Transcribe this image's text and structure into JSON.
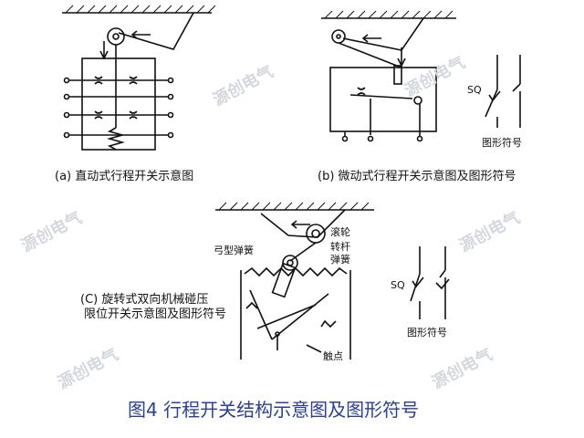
{
  "figure_title": "图4  行程开关结构示意图及图形符号",
  "captions": {
    "a": "(a) 直动式行程开关示意图",
    "b": "(b) 微动式行程开关示意图及图形符号",
    "c_line1": "(C) 旋转式双向机械碰压",
    "c_line2": "限位开关示意图及图形符号"
  },
  "labels": {
    "sq_b": "SQ",
    "symbol_b": "图形符号",
    "sq_c": "SQ",
    "symbol_c": "图形符号",
    "roller": "滚轮",
    "lever": "转杆",
    "spring": "弹簧",
    "bow_spring": "弓型弹簧",
    "contact": "触点"
  },
  "watermark": "源创电气",
  "colors": {
    "title": "#2a3f9a",
    "line": "#111111",
    "watermark": "#d4d8de"
  }
}
